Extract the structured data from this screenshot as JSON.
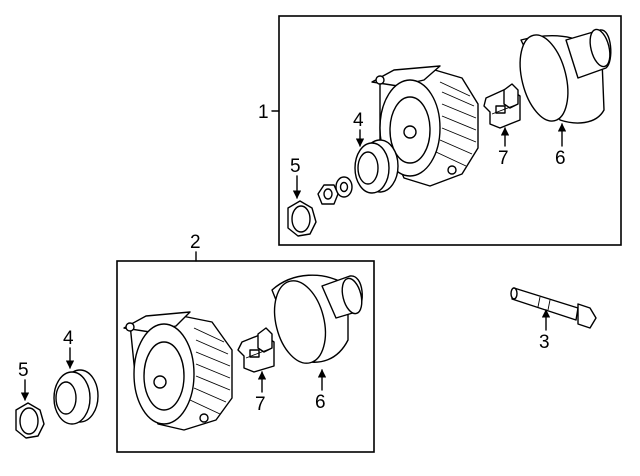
{
  "callouts": {
    "c1": "1",
    "c2": "2",
    "c3": "3",
    "c4_top": "4",
    "c5_top": "5",
    "c6_top": "6",
    "c7_top": "7",
    "c4_bottom": "4",
    "c5_bottom": "5",
    "c6_bottom": "6",
    "c7_bottom": "7"
  }
}
